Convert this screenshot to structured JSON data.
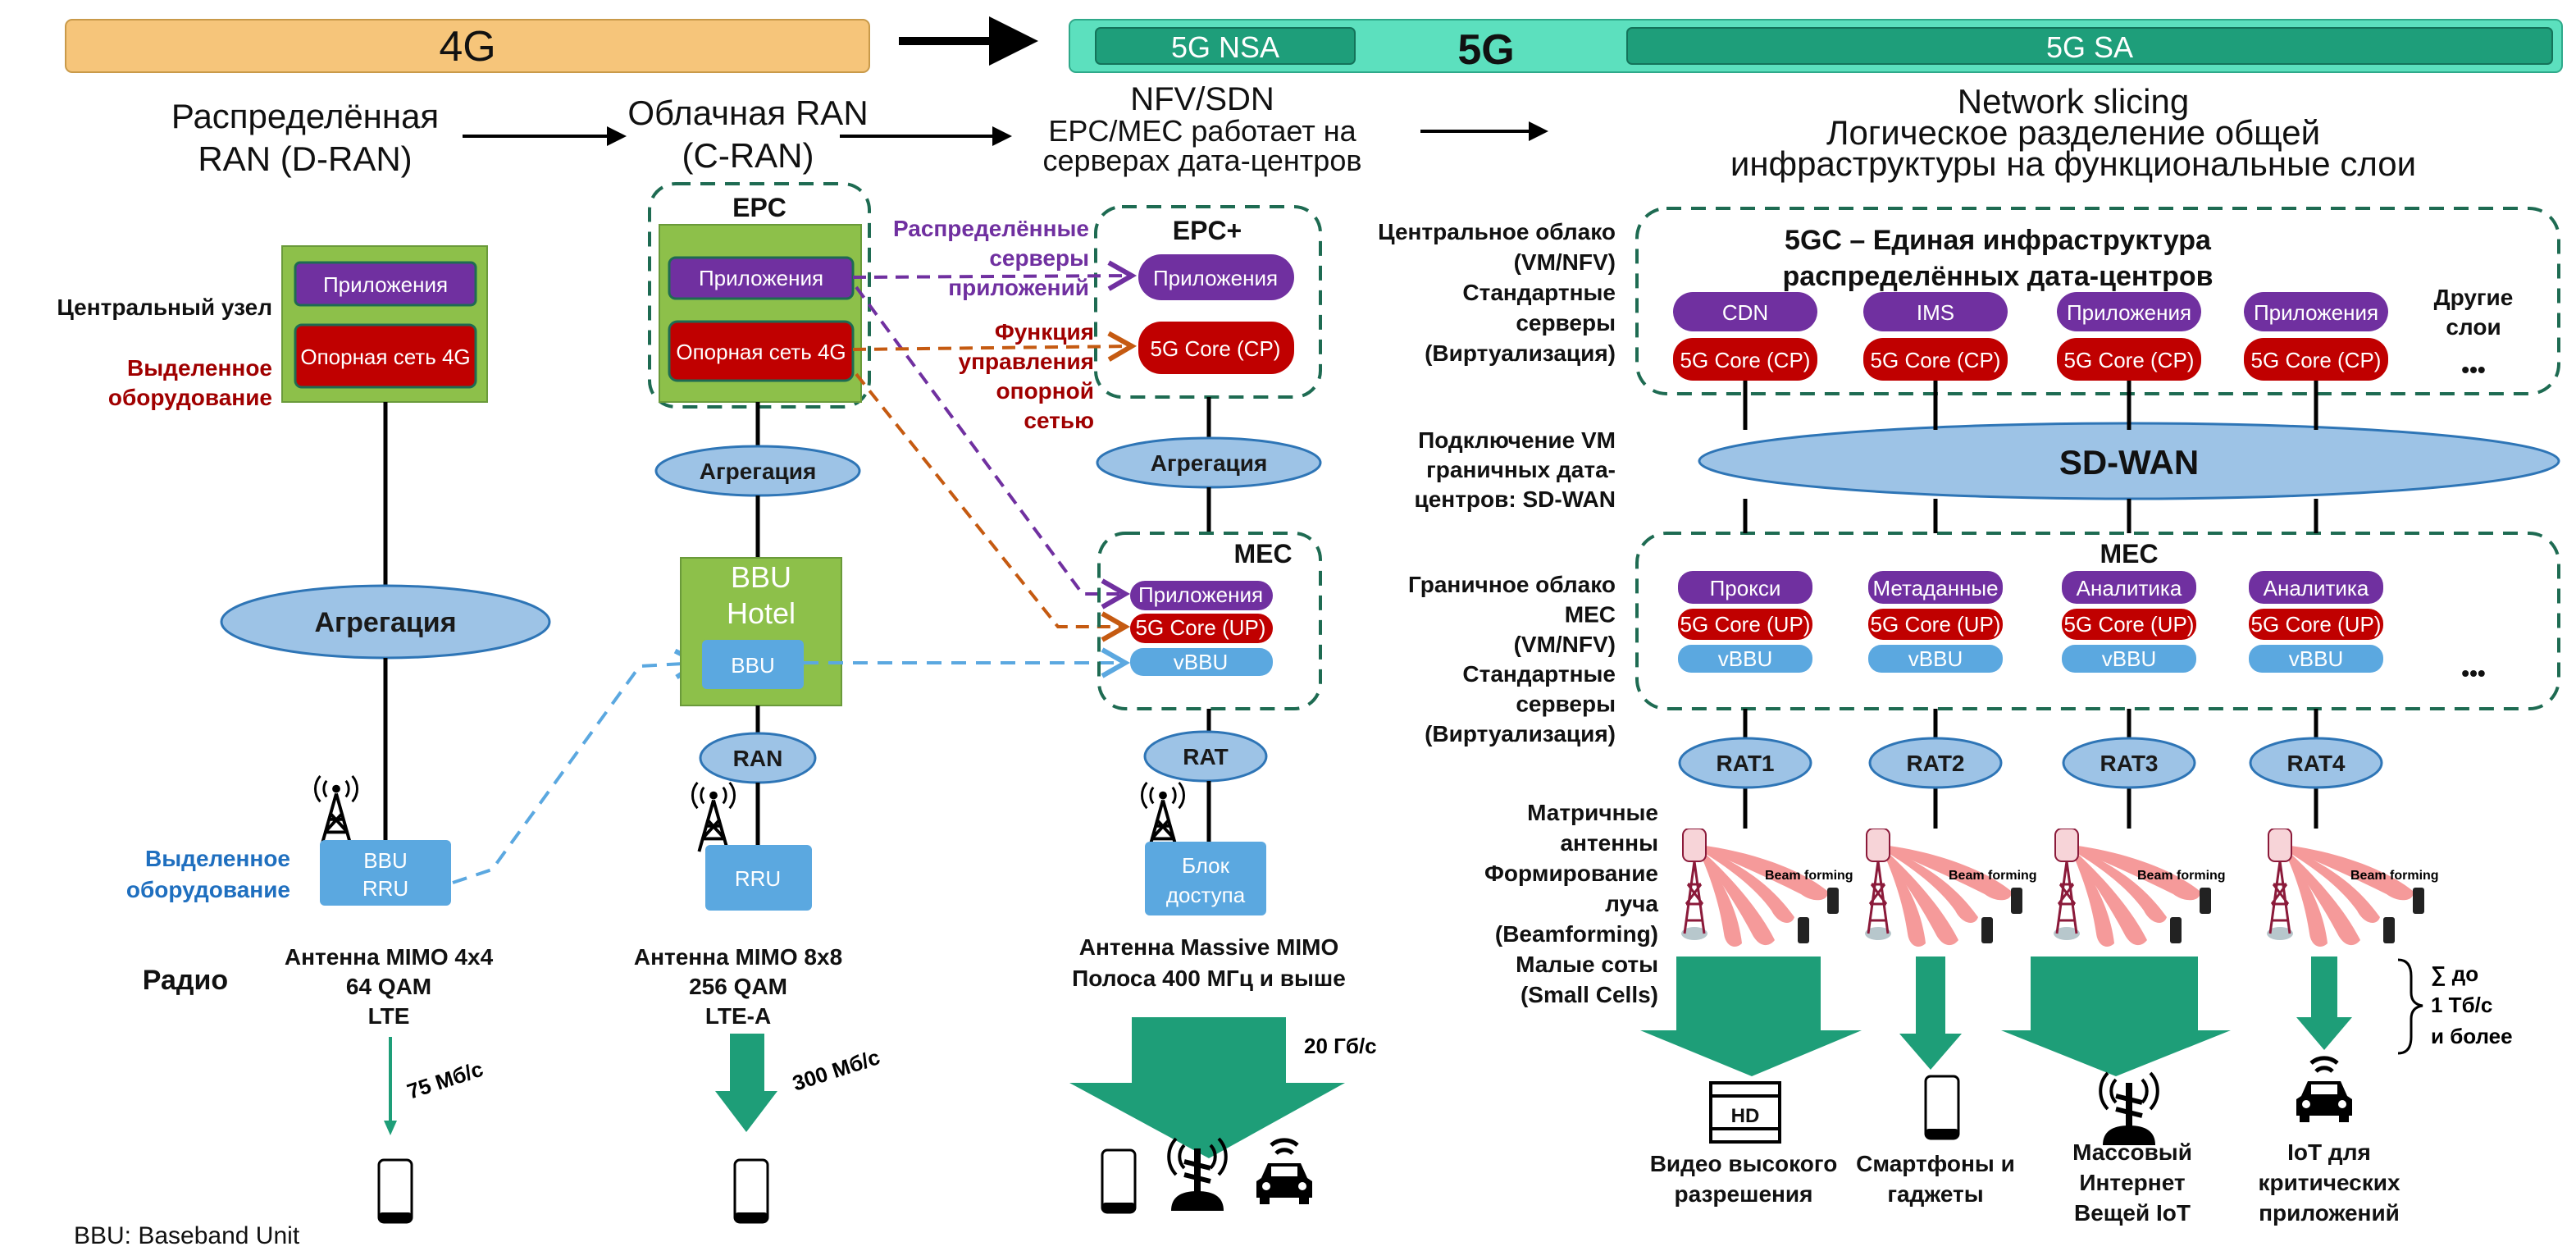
{
  "top_bar": {
    "g4": "4G",
    "g5": "5G",
    "nsa": "5G NSA",
    "sa": "5G SA"
  },
  "stages": {
    "dran": [
      "Распределённая",
      "RAN (D-RAN)"
    ],
    "cran": [
      "Облачная RAN",
      "(C-RAN)"
    ],
    "nfv": [
      "NFV/SDN",
      "EPC/MEC работает на",
      "серверах дата-центров"
    ],
    "slicing": [
      "Network slicing",
      "Логическое разделение общей",
      "инфраструктуры на функциональные слои"
    ]
  },
  "dran": {
    "central_node": "Центральный узел",
    "dedicated_hw_red": [
      "Выделенное",
      "оборудование"
    ],
    "apps": "Приложения",
    "core4g": "Опорная сеть 4G",
    "aggregation": "Агрегация",
    "bbu_rru": [
      "BBU",
      "RRU"
    ],
    "dedicated_hw_blue": [
      "Выделенное",
      "оборудование"
    ],
    "radio": "Радио",
    "antenna": [
      "Антенна MIMO 4x4",
      "64 QAM",
      "LTE"
    ],
    "speed": "75 Мб/с"
  },
  "cran": {
    "epc": "EPC",
    "apps": "Приложения",
    "core4g": "Опорная сеть 4G",
    "aggregation": "Агрегация",
    "bbu_hotel": [
      "BBU",
      "Hotel"
    ],
    "bbu": "BBU",
    "ran": "RAN",
    "rru": "RRU",
    "antenna": [
      "Антенна MIMO 8x8",
      "256 QAM",
      "LTE-A"
    ],
    "speed": "300 Мб/с"
  },
  "nfv": {
    "dist_servers": [
      "Распределённые",
      "серверы",
      "приложений"
    ],
    "core_ctrl": [
      "Функция",
      "управления",
      "опорной",
      "сетью"
    ],
    "epc_plus": "EPC+",
    "apps": "Приложения",
    "core_cp": "5G Core (CP)",
    "aggregation": "Агрегация",
    "mec": "MEC",
    "mec_apps": "Приложения",
    "core_up": "5G Core (UP)",
    "vbbu": "vBBU",
    "rat": "RAT",
    "access": [
      "Блок",
      "доступа"
    ],
    "antenna": [
      "Антенна Massive MIMO",
      "Полоса 400 МГц и выше"
    ],
    "speed": "20 Гб/с"
  },
  "slicing": {
    "central_cloud_label": [
      "Центральное облако",
      "(VM/NFV)",
      "Стандартные",
      "серверы",
      "(Виртуализация)"
    ],
    "title": [
      "5GC – Единая инфраструктура",
      "распределённых дата-центров"
    ],
    "slices": [
      {
        "app": "CDN",
        "core": "5G Core (CP)",
        "edge_app": "Прокси",
        "edge_core": "5G Core (UP)",
        "vbbu": "vBBU",
        "rat": "RAT1",
        "beam": "Beam forming"
      },
      {
        "app": "IMS",
        "core": "5G Core (CP)",
        "edge_app": "Метаданные",
        "edge_core": "5G Core (UP)",
        "vbbu": "vBBU",
        "rat": "RAT2",
        "beam": "Beam forming"
      },
      {
        "app": "Приложения",
        "core": "5G Core (CP)",
        "edge_app": "Аналитика",
        "edge_core": "5G Core (UP)",
        "vbbu": "vBBU",
        "rat": "RAT3",
        "beam": "Beam forming"
      },
      {
        "app": "Приложения",
        "core": "5G Core (CP)",
        "edge_app": "Аналитика",
        "edge_core": "5G Core (UP)",
        "vbbu": "vBBU",
        "rat": "RAT4",
        "beam": "Beam forming"
      }
    ],
    "other_layers": [
      "Другие",
      "слои"
    ],
    "ellipsis": "•••",
    "sdwan_label": [
      "Подключение VM",
      "граничных дата-",
      "центров: SD-WAN"
    ],
    "sdwan": "SD-WAN",
    "mec": "MEC",
    "edge_cloud_label": [
      "Граничное облако",
      "MEC",
      "(VM/NFV)",
      "Стандартные",
      "серверы",
      "(Виртуализация)"
    ],
    "antenna_label": [
      "Матричные",
      "антенны",
      "Формирование",
      "луча",
      "(Beamforming)",
      "Малые соты",
      "(Small Cells)"
    ],
    "total": [
      "∑ до",
      "1 Тб/с",
      "и более"
    ],
    "services": [
      {
        "label": [
          "Видео высокого",
          "разрешения"
        ],
        "icon": "hd-video-icon",
        "icon_text": "HD"
      },
      {
        "label": [
          "Смартфоны и",
          "гаджеты"
        ],
        "icon": "smartphone-icon"
      },
      {
        "label": [
          "Массовый",
          "Интернет",
          "Вещей IoT"
        ],
        "icon": "iot-antenna-icon"
      },
      {
        "label": [
          "IoT для",
          "критических",
          "приложений"
        ],
        "icon": "connected-car-icon"
      }
    ]
  },
  "footnote": "BBU: Baseband Unit",
  "colors": {
    "lte_bar": "#F6C57A",
    "g5_bar": "#5CE0BE",
    "g5_inner": "#1E9E7A",
    "green_box": "#8DC04A",
    "purple": "#7030A0",
    "red": "#C00000",
    "blue_box": "#5BA8E0",
    "ellipse": "#9DC3E6",
    "arrow_green": "#1E9E78",
    "dashed_border": "#1E6B52",
    "orange_dashed": "#C55A11",
    "blue_label": "#1F6FBF",
    "dark_red_label": "#A00000"
  }
}
